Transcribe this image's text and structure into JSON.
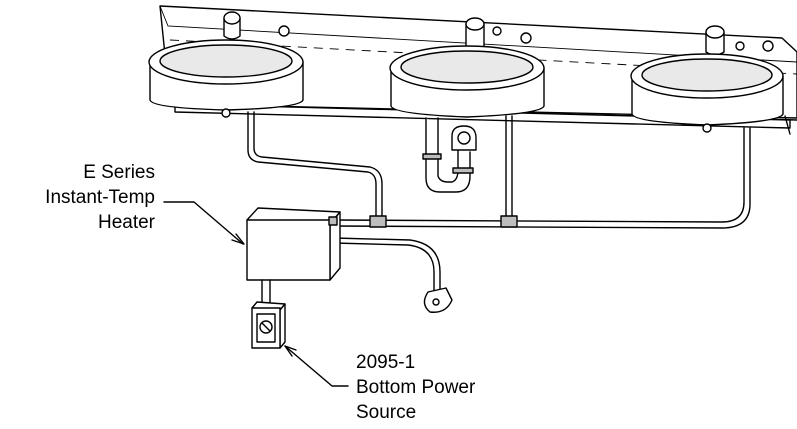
{
  "callouts": {
    "heater": [
      "E Series",
      "Instant-Temp",
      "Heater"
    ],
    "power": [
      "2095-1",
      "Bottom Power",
      "Source"
    ]
  }
}
